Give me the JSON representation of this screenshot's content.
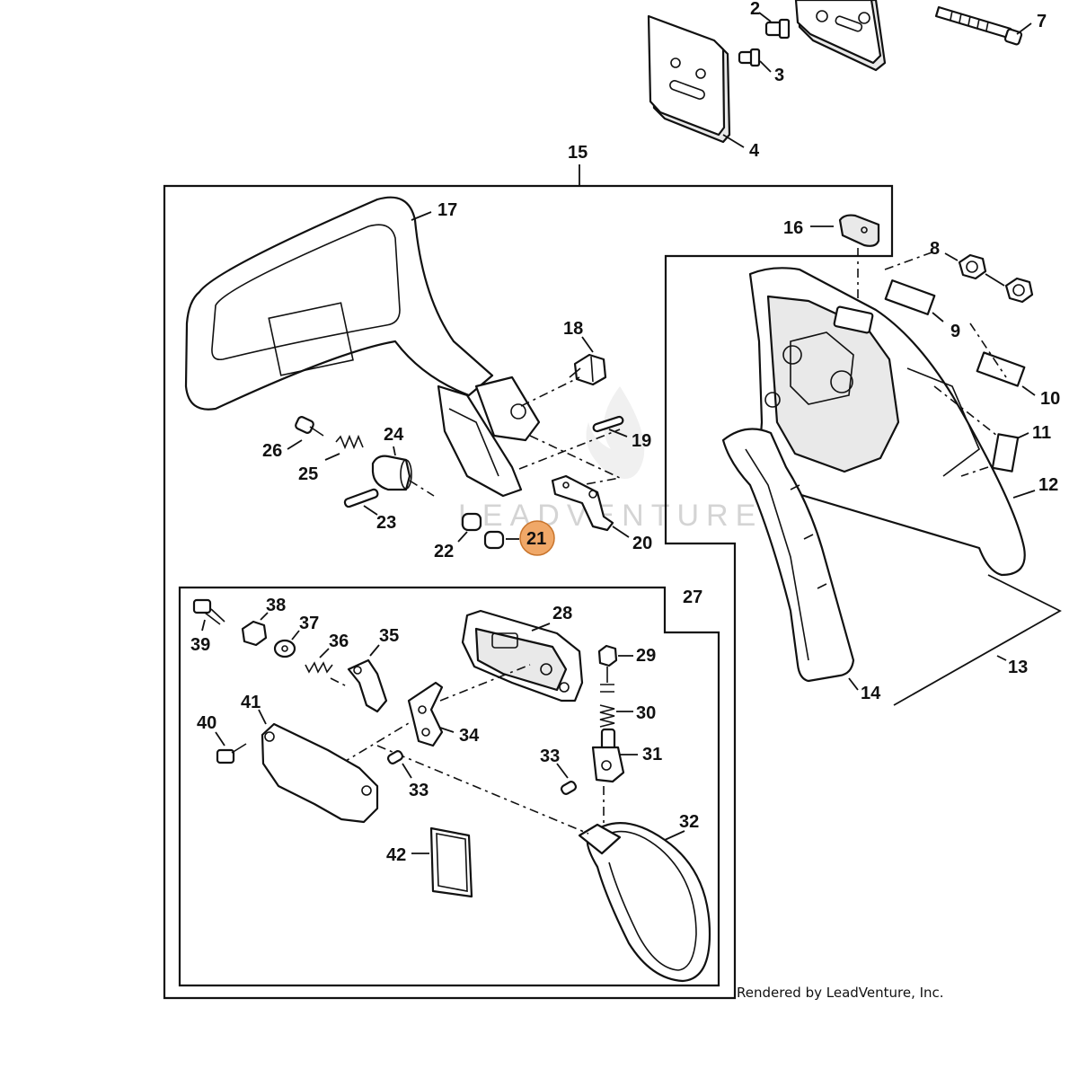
{
  "callouts": [
    {
      "id": "2",
      "label": "2"
    },
    {
      "id": "3",
      "label": "3"
    },
    {
      "id": "4",
      "label": "4"
    },
    {
      "id": "7",
      "label": "7"
    },
    {
      "id": "8",
      "label": "8"
    },
    {
      "id": "9",
      "label": "9"
    },
    {
      "id": "10",
      "label": "10"
    },
    {
      "id": "11",
      "label": "11"
    },
    {
      "id": "12",
      "label": "12"
    },
    {
      "id": "13",
      "label": "13"
    },
    {
      "id": "14",
      "label": "14"
    },
    {
      "id": "15",
      "label": "15"
    },
    {
      "id": "16",
      "label": "16"
    },
    {
      "id": "17",
      "label": "17"
    },
    {
      "id": "18",
      "label": "18"
    },
    {
      "id": "19",
      "label": "19"
    },
    {
      "id": "20",
      "label": "20"
    },
    {
      "id": "21",
      "label": "21",
      "highlighted": true
    },
    {
      "id": "22",
      "label": "22"
    },
    {
      "id": "23",
      "label": "23"
    },
    {
      "id": "24",
      "label": "24"
    },
    {
      "id": "25",
      "label": "25"
    },
    {
      "id": "26",
      "label": "26"
    },
    {
      "id": "27",
      "label": "27"
    },
    {
      "id": "28",
      "label": "28"
    },
    {
      "id": "29",
      "label": "29"
    },
    {
      "id": "30",
      "label": "30"
    },
    {
      "id": "31",
      "label": "31"
    },
    {
      "id": "32",
      "label": "32"
    },
    {
      "id": "33a",
      "label": "33"
    },
    {
      "id": "33b",
      "label": "33"
    },
    {
      "id": "34",
      "label": "34"
    },
    {
      "id": "35",
      "label": "35"
    },
    {
      "id": "36",
      "label": "36"
    },
    {
      "id": "37",
      "label": "37"
    },
    {
      "id": "38",
      "label": "38"
    },
    {
      "id": "39",
      "label": "39"
    },
    {
      "id": "40",
      "label": "40"
    },
    {
      "id": "41",
      "label": "41"
    },
    {
      "id": "42",
      "label": "42"
    }
  ],
  "watermark": "LEADVENTURE",
  "credit": "Rendered by LeadVenture, Inc.",
  "highlight_color": "#f0a868",
  "highlight_stroke": "#c8742c"
}
